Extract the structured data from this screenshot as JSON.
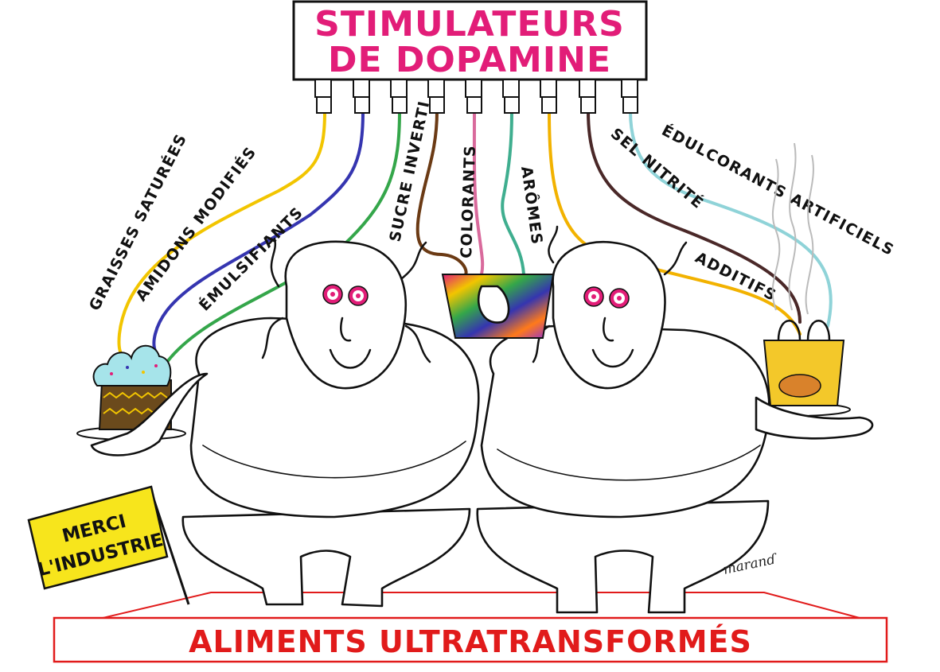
{
  "header": {
    "line1": "STIMULATEURS",
    "line2": "DE DOPAMINE"
  },
  "cables": [
    {
      "label": "GRAISSES SATURÉES",
      "color": "#f2c500"
    },
    {
      "label": "AMIDONS MODIFIÉS",
      "color": "#3535b0"
    },
    {
      "label": "ÉMULSIFIANTS",
      "color": "#34a64a"
    },
    {
      "label": "SUCRE INVERTI",
      "color": "#6b3a14"
    },
    {
      "label": "COLORANTS",
      "color": "#d96a9c"
    },
    {
      "label": "ARÔMES",
      "color": "#3fae8f"
    },
    {
      "label": "ADDITIFS",
      "color": "#f2b200"
    },
    {
      "label": "SEL NITRITÉ",
      "color": "#4a2828"
    },
    {
      "label": "ÉDULCORANTS ARTIFICIELS",
      "color": "#8fd3d8"
    }
  ],
  "sign": {
    "line1": "MERCI",
    "line2": "L'INDUSTRIE",
    "color": "#f7e51c"
  },
  "base": {
    "title": "ALIMENTS ULTRATRANSFORMÉS",
    "color": "#e11b1b"
  },
  "signature": "maranɗ",
  "accent_colors": {
    "title": "#e21d78",
    "base": "#e11b1b"
  }
}
